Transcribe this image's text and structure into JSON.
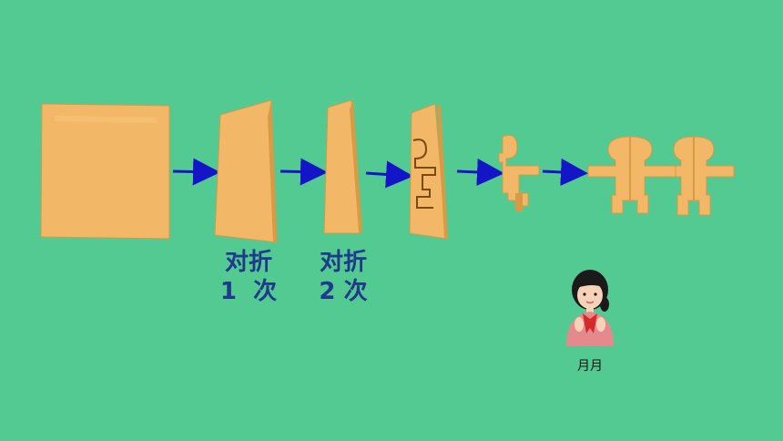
{
  "colors": {
    "background": "#52CA91",
    "paper": "#F2B867",
    "paper_shade": "#D99A45",
    "arrow": "#1515C8",
    "caption": "#1F3A8A"
  },
  "steps": [
    {
      "caption_line1": "对折",
      "caption_line2": "1  次"
    },
    {
      "caption_line1": "对折",
      "caption_line2": "2 次"
    }
  ],
  "character": {
    "name": "月月"
  },
  "icons": {
    "arrow": "arrow-right-icon",
    "character": "girl-character-icon"
  }
}
